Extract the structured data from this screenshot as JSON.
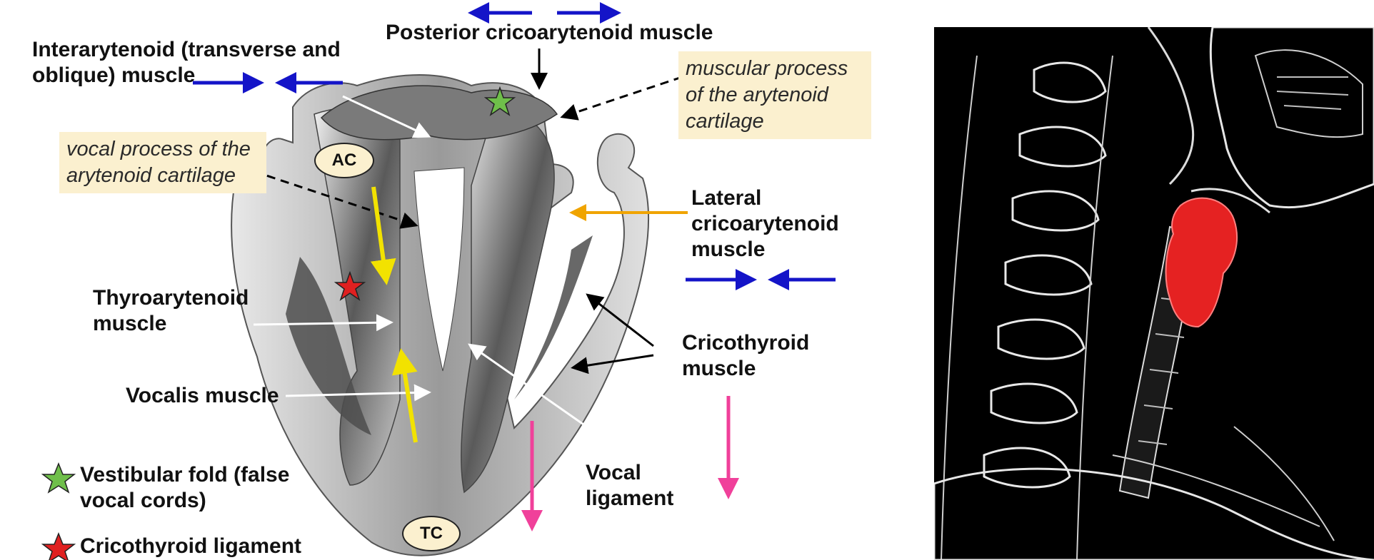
{
  "left_figure": {
    "ac_marker": "AC",
    "tc_marker": "TC",
    "labels": {
      "posterior": "Posterior cricoarytenoid muscle",
      "interarytenoid": "Interarytenoid (transverse and oblique) muscle",
      "lateral": "Lateral cricoarytenoid muscle",
      "thyroarytenoid": "Thyroarytenoid muscle",
      "vocalis": "Vocalis muscle",
      "cricothyroid": "Cricothyroid muscle",
      "vocal_ligament": "Vocal ligament"
    },
    "notes": {
      "muscular_process": "muscular process of the arytenoid cartilage",
      "vocal_process": "vocal process of the arytenoid cartilage"
    },
    "legend": [
      {
        "icon": "green-star-icon",
        "text": "Vestibular fold (false vocal cords)",
        "color": "#6fbf4a"
      },
      {
        "icon": "red-star-icon",
        "text": "Cricothyroid ligament",
        "color": "#e02020"
      }
    ]
  },
  "colors": {
    "blue_arrow": "#1414c8",
    "yellow_arrow": "#f2e200",
    "orange_arrow": "#f0a400",
    "pink_arrow": "#f0409a",
    "highlight": "#e52222"
  }
}
